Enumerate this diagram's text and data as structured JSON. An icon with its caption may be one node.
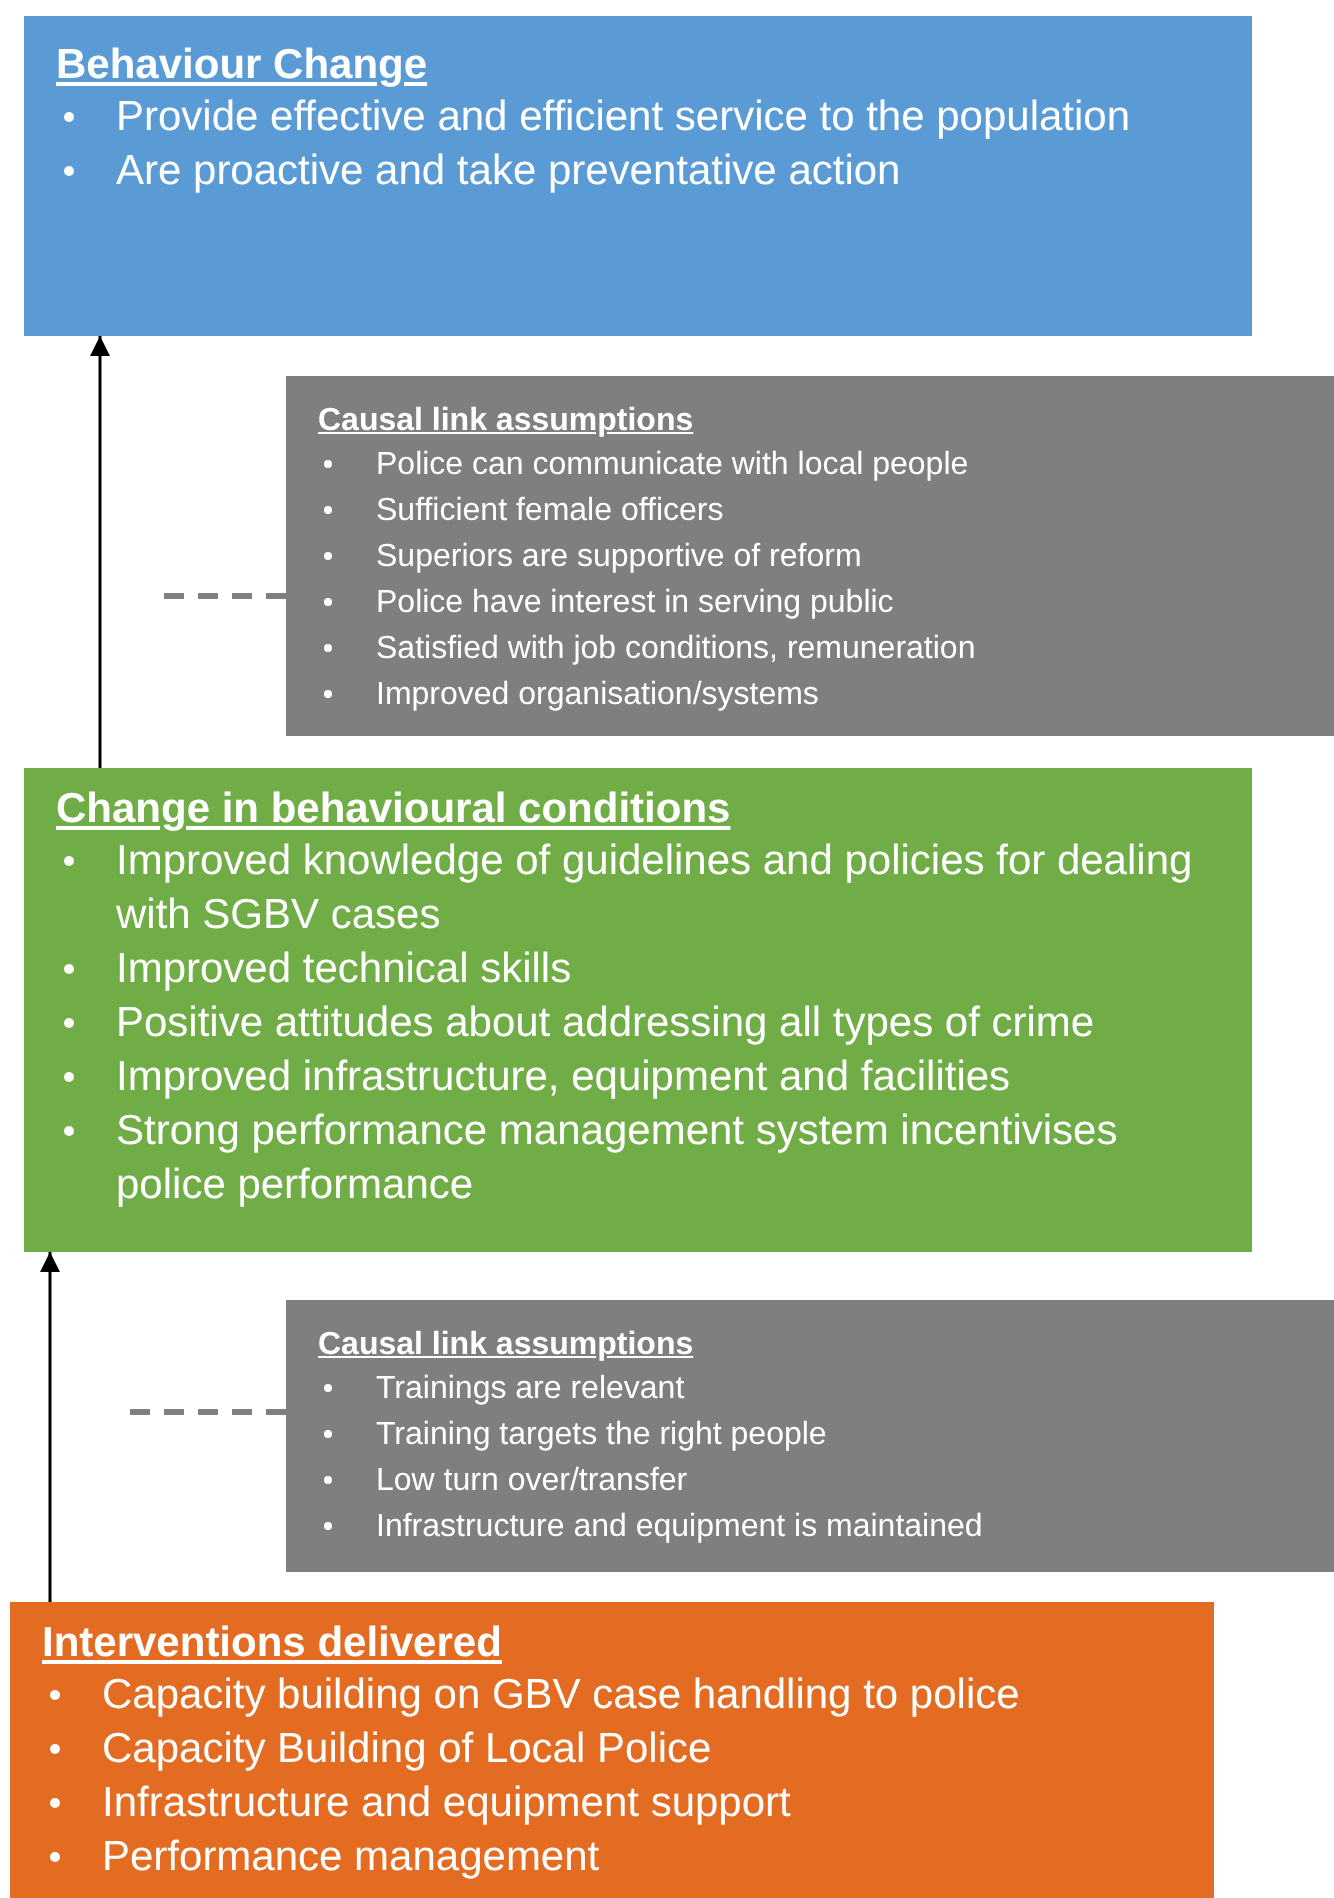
{
  "diagram": {
    "nodes": [
      {
        "text": [
          "Behaviour Change",
          "Provide effective and efficient service to the population",
          "Are proactive and take preventative action"
        ]
      },
      {
        "text": [
          "Causal link assumptions",
          "Police can communicate with local people",
          "Sufficient female officers",
          "Superiors are supportive of reform",
          "Police have interest in serving public",
          "Satisfied with job conditions, remuneration",
          "Improved organisation/systems"
        ]
      },
      {
        "text": [
          "Change in behavioural conditions",
          "Improved knowledge of guidelines and policies for dealing with SGBV cases",
          "Improved technical skills",
          "Positive attitudes about addressing all types of crime",
          "Improved infrastructure, equipment and facilities",
          "Strong performance management system incentivises police performance"
        ]
      },
      {
        "text": [
          "Causal link assumptions",
          "Trainings are relevant",
          "Training targets the right people",
          "Low turn over/transfer",
          "Infrastructure and equipment is maintained"
        ]
      },
      {
        "text": [
          "Interventions delivered",
          "Capacity building on GBV case handling to police",
          "Capacity Building of Local Police",
          "Infrastructure and equipment support",
          "Performance management"
        ]
      }
    ],
    "edges": [
      {
        "from": 2,
        "to": 0,
        "arrow": "to"
      },
      {
        "from": 1,
        "to": null,
        "arrow": "none",
        "style": "dashed",
        "color": "#7f7f7f"
      },
      {
        "from": 4,
        "to": 2,
        "arrow": "to"
      },
      {
        "from": 3,
        "to": null,
        "arrow": "none",
        "style": "dashed",
        "color": "#7f7f7f"
      }
    ]
  }
}
